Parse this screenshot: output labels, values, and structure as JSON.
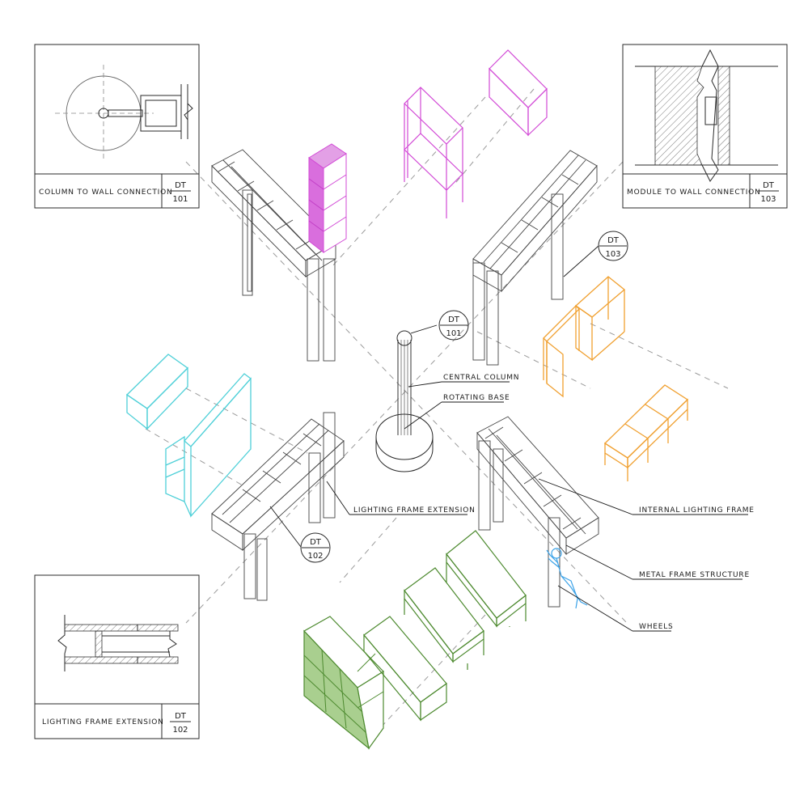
{
  "details": {
    "dt101": {
      "title": "COLUMN TO WALL CONNECTION",
      "code": "DT",
      "num": "101"
    },
    "dt103": {
      "title": "MODULE TO WALL CONNECTION",
      "code": "DT",
      "num": "103"
    },
    "dt102": {
      "title": "LIGHTING FRAME EXTENSION",
      "code": "DT",
      "num": "102"
    }
  },
  "tags": {
    "dt101": {
      "code": "DT",
      "num": "101"
    },
    "dt102": {
      "code": "DT",
      "num": "102"
    },
    "dt103": {
      "code": "DT",
      "num": "103"
    }
  },
  "labels": {
    "central_column": "CENTRAL COLUMN",
    "rotating_base": "ROTATING BASE",
    "lighting_frame_extension": "LIGHTING FRAME EXTENSION",
    "internal_lighting_frame": "INTERNAL LIGHTING FRAME",
    "metal_frame_structure": "METAL FRAME STRUCTURE",
    "wheels": "WHEELS"
  },
  "colors": {
    "magenta": "#d24ad6",
    "magenta_fill": "#e3a0e6",
    "orange": "#f0a030",
    "cyan": "#4fd0d8",
    "green": "#4d8a2f",
    "green_fill": "#a9cf8f",
    "blue_figure": "#3aa2e8",
    "frame": "#444444"
  }
}
